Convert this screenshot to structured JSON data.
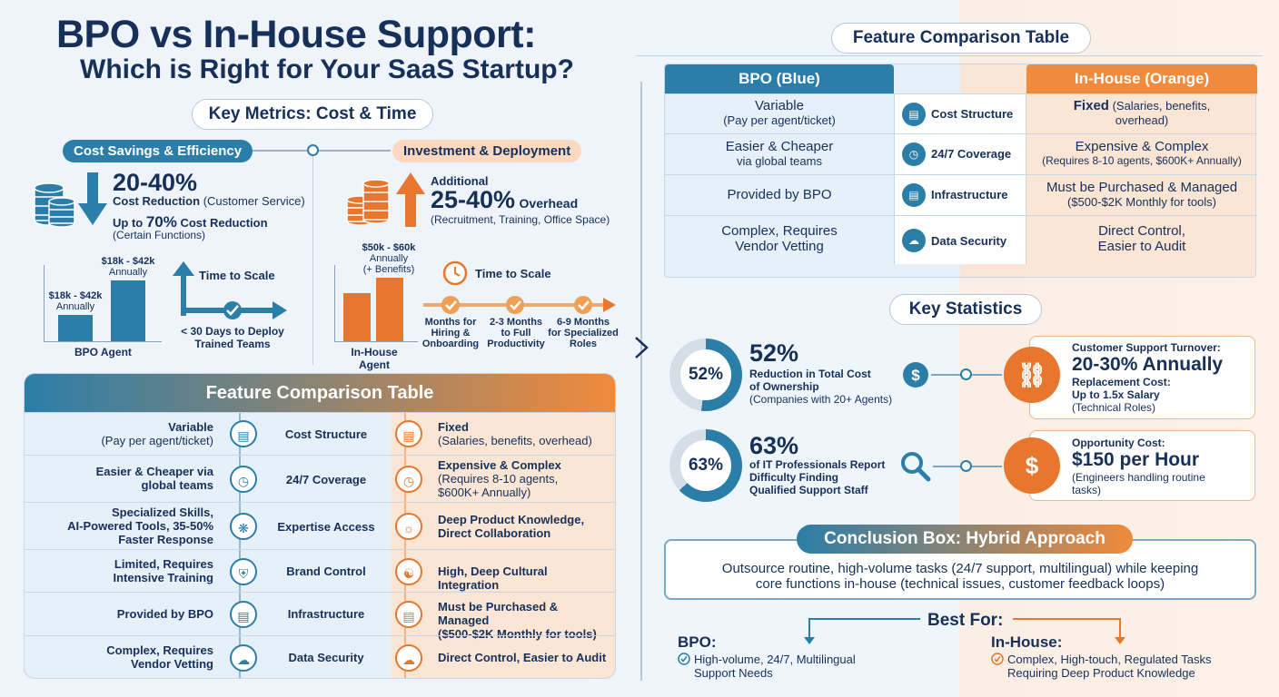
{
  "title": {
    "line1": "BPO vs In-House Support:",
    "line2": "Which is Right for Your SaaS Startup?"
  },
  "key_metrics": {
    "heading": "Key Metrics: Cost & Time",
    "left": {
      "tag": "Cost Savings & Efficiency",
      "big1": "20-40%",
      "big1_text": "Cost Reduction",
      "big1_sub": "(Customer Service)",
      "line2_prefix": "Up to ",
      "line2_pct": "70%",
      "line2_text": " Cost Reduction",
      "line2_sub": "(Certain Functions)",
      "bar1_label": "$18k - $42k",
      "bar1_sub": "Annually",
      "bar2_label": "$18k - $42k",
      "bar2_sub": "Annually",
      "bars_caption": "BPO Agent",
      "time_title": "Time to Scale",
      "time_desc1": "< 30 Days to Deploy",
      "time_desc2": "Trained Teams"
    },
    "right": {
      "tag": "Investment & Deployment",
      "additional": "Additional",
      "big": "25-40%",
      "overhead": "Overhead",
      "overhead_sub": "(Recruitment, Training, Office Space)",
      "bar_label": "$50k - $60k",
      "bar_sub1": "Annually",
      "bar_sub2": "(+ Benefits)",
      "bars_caption1": "In-House",
      "bars_caption2": "Agent",
      "time_title": "Time to Scale",
      "steps": [
        {
          "l1": "Months for",
          "l2": "Hiring &",
          "l3": "Onboarding"
        },
        {
          "l1": "2-3 Months",
          "l2": "to Full",
          "l3": "Productivity"
        },
        {
          "l1": "6-9 Months",
          "l2": "for Specialized",
          "l3": "Roles"
        }
      ]
    }
  },
  "left_table": {
    "heading": "Feature Comparison Table",
    "rows": [
      {
        "bpo1": "Variable",
        "bpo2": "(Pay per agent/ticket)",
        "feature": "Cost Structure",
        "inhouse1": "Fixed",
        "inhouse2": "(Salaries, benefits, overhead)",
        "icon1": "coins-icon",
        "icon2": "coins-icon"
      },
      {
        "bpo1": "Easier & Cheaper via",
        "bpo2": "global teams",
        "feature": "24/7 Coverage",
        "inhouse1": "Expensive & Complex",
        "inhouse2": "(Requires 8-10 agents, $600K+ Annually)",
        "icon1": "globe-clock-icon",
        "icon2": "globe-clock-icon"
      },
      {
        "bpo1": "Specialized Skills,",
        "bpo2": "AI-Powered Tools, 35-50% Faster Response",
        "feature": "Expertise Access",
        "inhouse1": "Deep Product Knowledge,",
        "inhouse2": "Direct Collaboration",
        "icon1": "brain-icon",
        "icon2": "head-bulb-icon"
      },
      {
        "bpo1": "Limited, Requires",
        "bpo2": "Intensive Training",
        "feature": "Brand Control",
        "inhouse1": "High, Deep Cultural Integration",
        "inhouse2": "",
        "icon1": "shield-icon",
        "icon2": "handshake-icon"
      },
      {
        "bpo1": "Provided by BPO",
        "bpo2": "",
        "feature": "Infrastructure",
        "inhouse1": "Must be Purchased & Managed",
        "inhouse2": "($500-$2K Monthly for tools)",
        "icon1": "server-icon",
        "icon2": "server-icon"
      },
      {
        "bpo1": "Complex, Requires",
        "bpo2": "Vendor Vetting",
        "feature": "Data Security",
        "inhouse1": "Direct Control, Easier to Audit",
        "inhouse2": "",
        "icon1": "lock-cloud-icon",
        "icon2": "lock-cloud-icon"
      }
    ]
  },
  "right_table": {
    "heading": "Feature Comparison Table",
    "bpo_header": "BPO (Blue)",
    "inhouse_header": "In-House (Orange)",
    "rows": [
      {
        "bpo1": "Variable",
        "bpo2": "(Pay per agent/ticket)",
        "feature": "Cost Structure",
        "in1": "Fixed",
        "in1b": " (Salaries, benefits,",
        "in2": "overhead)",
        "icon": "coins-icon"
      },
      {
        "bpo1": "Easier & Cheaper",
        "bpo2": "via global teams",
        "feature": "24/7 Coverage",
        "in1": "Expensive & Complex",
        "in1b": "",
        "in2": "(Requires 8-10 agents, $600K+ Annually)",
        "icon": "globe-clock-icon"
      },
      {
        "bpo1": "Provided by BPO",
        "bpo2": "",
        "feature": "Infrastructure",
        "in1": "Must be Purchased & Managed",
        "in1b": "",
        "in2": "($500-$2K Monthly for tools)",
        "icon": "server-icon"
      },
      {
        "bpo1": "Complex, Requires",
        "bpo2": "Vendor Vetting",
        "feature": "Data Security",
        "in1": "Direct Control,",
        "in1b": "",
        "in2": "Easier to Audit",
        "icon": "lock-cloud-icon"
      }
    ]
  },
  "key_stats": {
    "heading": "Key Statistics",
    "stat1": {
      "donut": "52%",
      "pct": 52,
      "big": "52%",
      "l1": "Reduction in Total Cost",
      "l2": "of Ownership",
      "l3": "(Companies with 20+ Agents)"
    },
    "stat2": {
      "donut": "63%",
      "pct": 63,
      "big": "63%",
      "l1": "of IT Professionals Report",
      "l2": "Difficulty Finding",
      "l3": "Qualified Support Staff"
    },
    "box1": {
      "title": "Customer Support Turnover:",
      "big": "20-30% Annually",
      "l1": "Replacement Cost:",
      "l2": "Up to 1.5x Salary",
      "l3": "(Technical Roles)"
    },
    "box2": {
      "title": "Opportunity Cost:",
      "big": "$150 per Hour",
      "l1": "(Engineers handling routine",
      "l2": "tasks)"
    }
  },
  "conclusion": {
    "heading": "Conclusion Box: Hybrid Approach",
    "text1": "Outsource routine, high-volume tasks (24/7 support, multilingual) while keeping",
    "text2": "core functions in-house (technical issues, customer feedback loops)",
    "best_for": "Best For:",
    "bpo_label": "BPO:",
    "bpo_text1": "High-volume, 24/7, Multilingual",
    "bpo_text2": "Support Needs",
    "in_label": "In-House:",
    "in_text1": "Complex, High-touch, Regulated Tasks",
    "in_text2": "Requiring Deep Product Knowledge"
  },
  "colors": {
    "navy": "#16305a",
    "blue": "#2b7ea8",
    "orange": "#e8762d"
  }
}
